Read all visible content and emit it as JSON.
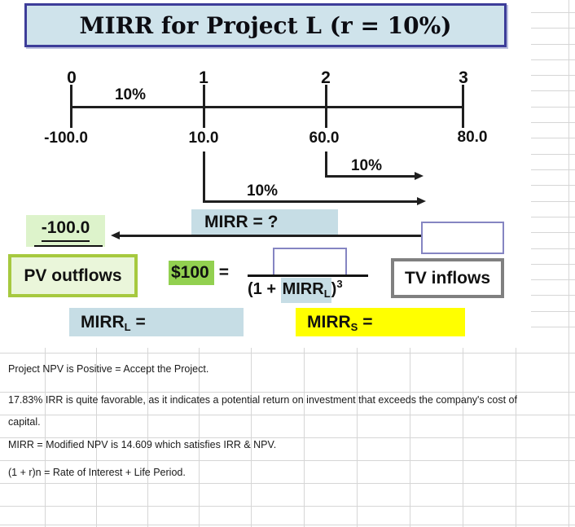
{
  "title": "MIRR for Project L (r = 10%)",
  "timeline": {
    "periods": [
      "0",
      "1",
      "2",
      "3"
    ],
    "discount_rate": "10%",
    "cash_flows": [
      "-100.0",
      "10.0",
      "60.0",
      "80.0"
    ],
    "compound_rate_year2": "10%",
    "compound_rate_year1": "10%"
  },
  "diagram": {
    "mirr_question": "MIRR = ?",
    "pv_value": "-100.0",
    "pv_outflows_label": "PV outflows",
    "equation_lhs": "$100",
    "equation_equals": "=",
    "denominator_prefix": "(1 + ",
    "denominator_mirr": "MIRR",
    "denominator_sub": "L",
    "denominator_close": ")",
    "denominator_exponent": "3",
    "tv_inflows_label": "TV inflows",
    "mirr_l_label": "MIRR",
    "mirr_l_sub": "L",
    "mirr_l_equals": "=",
    "mirr_s_label": "MIRR",
    "mirr_s_sub": "S",
    "mirr_s_equals": "="
  },
  "notes": [
    "Project NPV is Positive = Accept the Project.",
    "17.83% IRR is quite favorable, as it indicates a potential return on investment that exceeds the company's cost of",
    "capital.",
    "MIRR = Modified NPV is 14.609 which satisfies IRR & NPV.",
    "(1 + r)n = Rate of Interest + Life Period."
  ],
  "colors": {
    "title_fill": "#cfe3eb",
    "title_border": "#3d3d99",
    "highlight_blue": "#c6dde5",
    "highlight_green": "#92d050",
    "highlight_yellow": "#ffff00",
    "pale_green_fill": "#ddf3cb",
    "pv_box_fill": "#eaf6da",
    "pv_box_border": "#a6c93f",
    "tv_box_border": "#808080",
    "input_box_border": "#8585c2",
    "gridline": "#d6d6d6"
  }
}
